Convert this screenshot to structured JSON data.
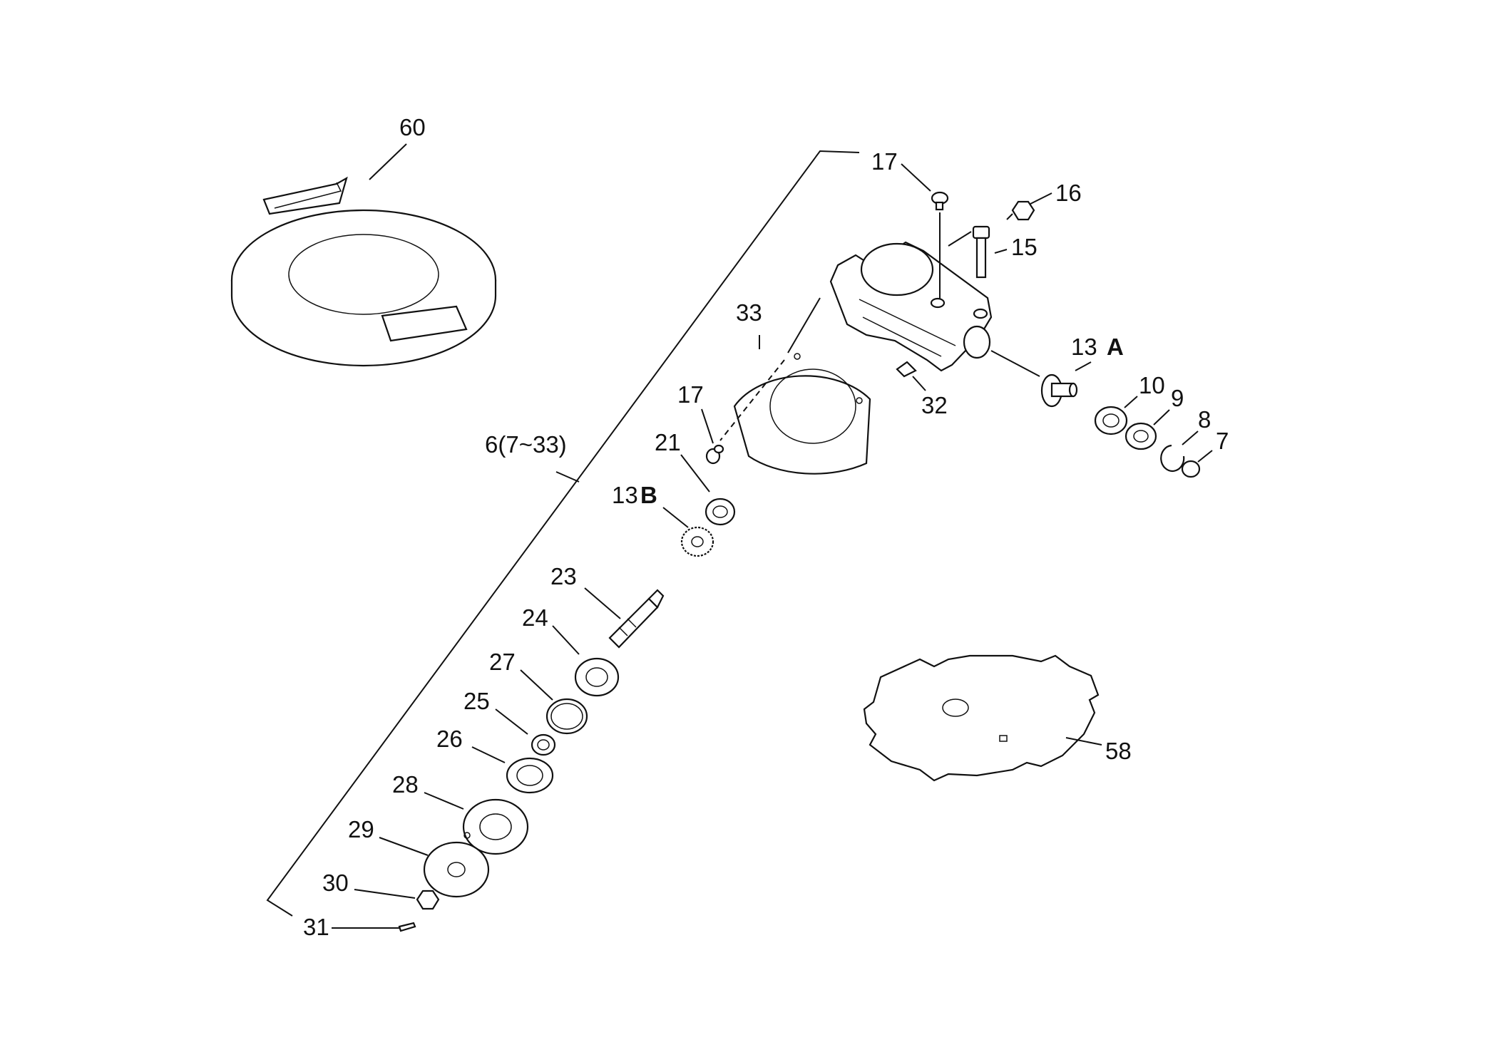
{
  "labels": {
    "p60": "60",
    "p17a": "17",
    "p16": "16",
    "p15": "15",
    "p33": "33",
    "p13a_num": "13",
    "p13a_letter": "A",
    "p10": "10",
    "p9": "9",
    "p8": "8",
    "p7": "7",
    "p17b": "17",
    "p32": "32",
    "p6": "6(7~33)",
    "p21": "21",
    "p13b_num": "13",
    "p13b_letter": "B",
    "p23": "23",
    "p24": "24",
    "p27": "27",
    "p25": "25",
    "p26": "26",
    "p28": "28",
    "p29": "29",
    "p30": "30",
    "p31": "31",
    "p58": "58"
  },
  "colors": {
    "line": "#111111",
    "background": "#ffffff"
  }
}
